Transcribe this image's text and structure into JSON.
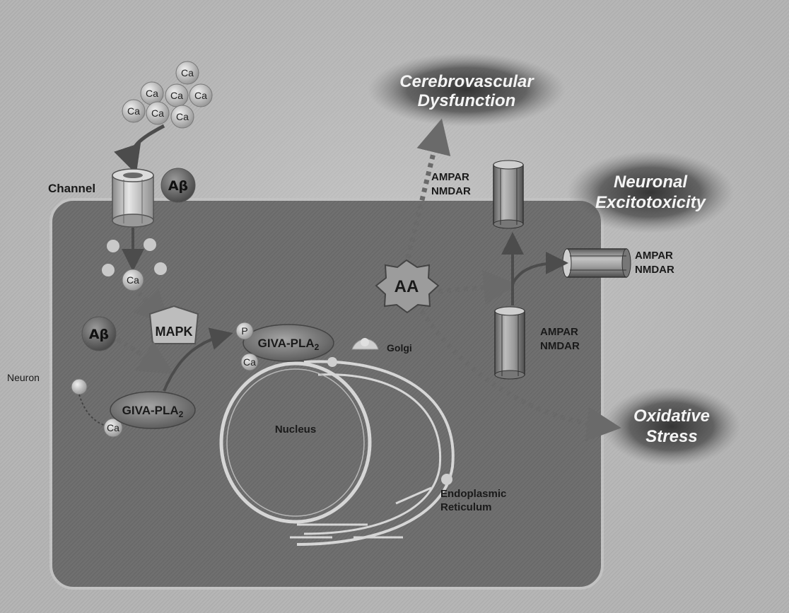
{
  "calcium": {
    "ion_label": "Ca"
  },
  "channel": {
    "label": "Channel"
  },
  "abeta": {
    "label": "Aβ"
  },
  "neuron": {
    "label": "Neuron"
  },
  "mapk": {
    "label": "MAPK"
  },
  "phospho": {
    "label": "P"
  },
  "givapla2": {
    "base": "GIVA-PLA",
    "subscript": "2"
  },
  "golgi": {
    "label": "Golgi"
  },
  "nucleus": {
    "label": "Nucleus"
  },
  "er": {
    "line1": "Endoplasmic",
    "line2": "Reticulum"
  },
  "aa": {
    "label": "AA"
  },
  "receptor": {
    "line1": "AMPAR",
    "line2": "NMDAR"
  },
  "outcomes": {
    "cerebrovascular": {
      "line1": "Cerebrovascular",
      "line2": "Dysfunction"
    },
    "excitotoxicity": {
      "line1": "Neuronal",
      "line2": "Excitotoxicity"
    },
    "oxidative": {
      "line1": "Oxidative",
      "line2": "Stress"
    }
  },
  "colors": {
    "cell": "#6f6f6f",
    "cell_border": "#c2c2c2",
    "background": "#bdbdbd",
    "arrow": "#585858",
    "dotted_arrow": "#6a6a6a",
    "outcome_glow": "#3a3a3a",
    "outcome_text": "#f4f4f4"
  }
}
